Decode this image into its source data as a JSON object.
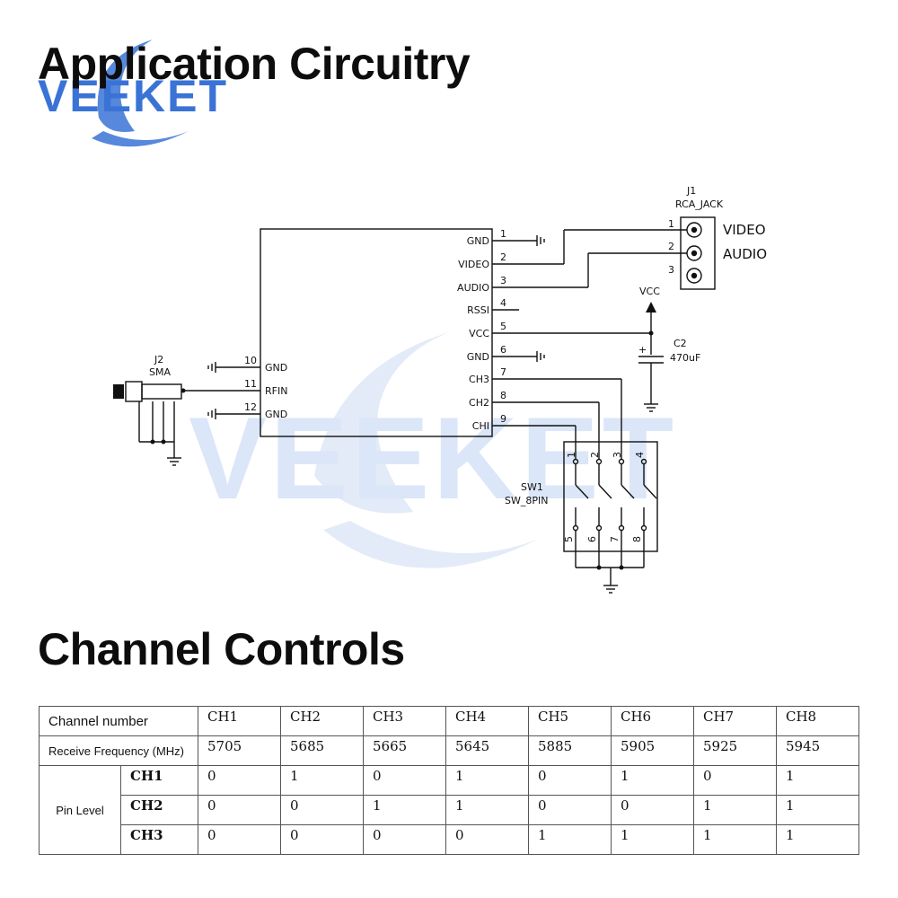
{
  "titles": {
    "circuit": "Application Circuitry",
    "controls": "Channel Controls"
  },
  "branding": {
    "logo_text": "VEEKET",
    "watermark_text": "VEEKET",
    "logo_color": "#3a73d6",
    "watermark_color": "#dbe6f8"
  },
  "schematic": {
    "module_pins_right": [
      {
        "num": "1",
        "name": "GND"
      },
      {
        "num": "2",
        "name": "VIDEO"
      },
      {
        "num": "3",
        "name": "AUDIO"
      },
      {
        "num": "4",
        "name": "RSSI"
      },
      {
        "num": "5",
        "name": "VCC"
      },
      {
        "num": "6",
        "name": "GND"
      },
      {
        "num": "7",
        "name": "CH3"
      },
      {
        "num": "8",
        "name": "CH2"
      },
      {
        "num": "9",
        "name": "CHI"
      }
    ],
    "module_pins_left": [
      {
        "num": "10",
        "name": "GND"
      },
      {
        "num": "11",
        "name": "RFIN"
      },
      {
        "num": "12",
        "name": "GND"
      }
    ],
    "j1": {
      "ref": "J1",
      "name": "RCA_JACK",
      "pins": [
        "1",
        "2",
        "3"
      ],
      "labels": [
        "VIDEO",
        "AUDIO"
      ]
    },
    "j2": {
      "ref": "J2",
      "name": "SMA"
    },
    "vcc_label": "VCC",
    "c2": {
      "ref": "C2",
      "value": "470uF",
      "plus": "+"
    },
    "sw1": {
      "ref": "SW1",
      "name": "SW_8PIN",
      "top_pins": [
        "1",
        "2",
        "3",
        "4"
      ],
      "bottom_pins": [
        "5",
        "6",
        "7",
        "8"
      ]
    }
  },
  "channel_table": {
    "row1_label": "Channel number",
    "channels": [
      "CH1",
      "CH2",
      "CH3",
      "CH4",
      "CH5",
      "CH6",
      "CH7",
      "CH8"
    ],
    "row2_label": "Receive Frequency (MHz)",
    "frequencies": [
      "5705",
      "5685",
      "5665",
      "5645",
      "5885",
      "5905",
      "5925",
      "5945"
    ],
    "pin_level_label": "Pin Level",
    "pin_rows": [
      {
        "name": "CH1",
        "values": [
          "0",
          "1",
          "0",
          "1",
          "0",
          "1",
          "0",
          "1"
        ]
      },
      {
        "name": "CH2",
        "values": [
          "0",
          "0",
          "1",
          "1",
          "0",
          "0",
          "1",
          "1"
        ]
      },
      {
        "name": "CH3",
        "values": [
          "0",
          "0",
          "0",
          "0",
          "1",
          "1",
          "1",
          "1"
        ]
      }
    ]
  }
}
